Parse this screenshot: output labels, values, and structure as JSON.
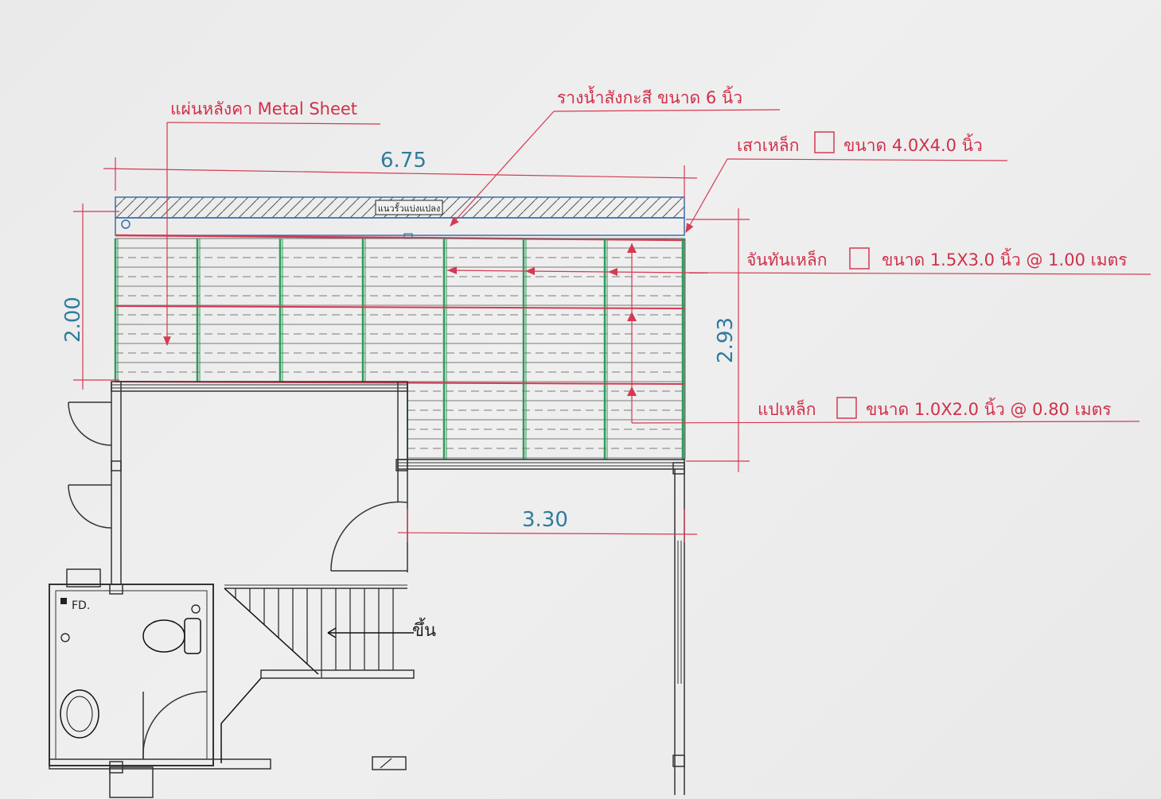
{
  "labels": {
    "metal_sheet": "แผ่นหลังคา Metal Sheet",
    "gutter": "รางน้ำสังกะสี ขนาด 6 นิ้ว",
    "column": "เสาเหล็ก",
    "column_size": "ขนาด 4.0X4.0 นิ้ว",
    "rafter": "จันทันเหล็ก",
    "rafter_size": "ขนาด 1.5X3.0 นิ้ว @ 1.00 เมตร",
    "purlin": "แปเหล็ก",
    "purlin_size": "ขนาด 1.0X2.0 นิ้ว @ 0.80 เมตร",
    "boundary": "แนวรั้วแบ่งแปลง",
    "up": "ขึ้น",
    "fd": "FD."
  },
  "dimensions": {
    "top_width": "6.75",
    "left_height": "2.00",
    "right_height": "2.93",
    "bottom_width": "3.30"
  },
  "colors": {
    "annotation": "#d0304a",
    "dimension": "#2f7c9c",
    "rafter_lines": "#2f9a5a",
    "structure": "#3a6fa8",
    "walls": "#333333"
  }
}
